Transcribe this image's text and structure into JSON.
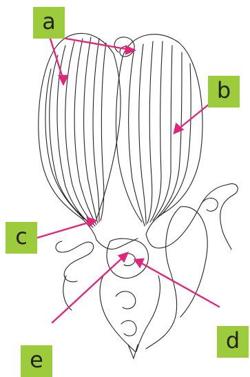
{
  "diagram": {
    "labels": {
      "a": "a",
      "b": "b",
      "c": "c",
      "d": "d",
      "e": "e"
    },
    "colors": {
      "label_fill": "#9ccc3c",
      "pointer": "#e0267a",
      "ink": "#222222"
    }
  }
}
